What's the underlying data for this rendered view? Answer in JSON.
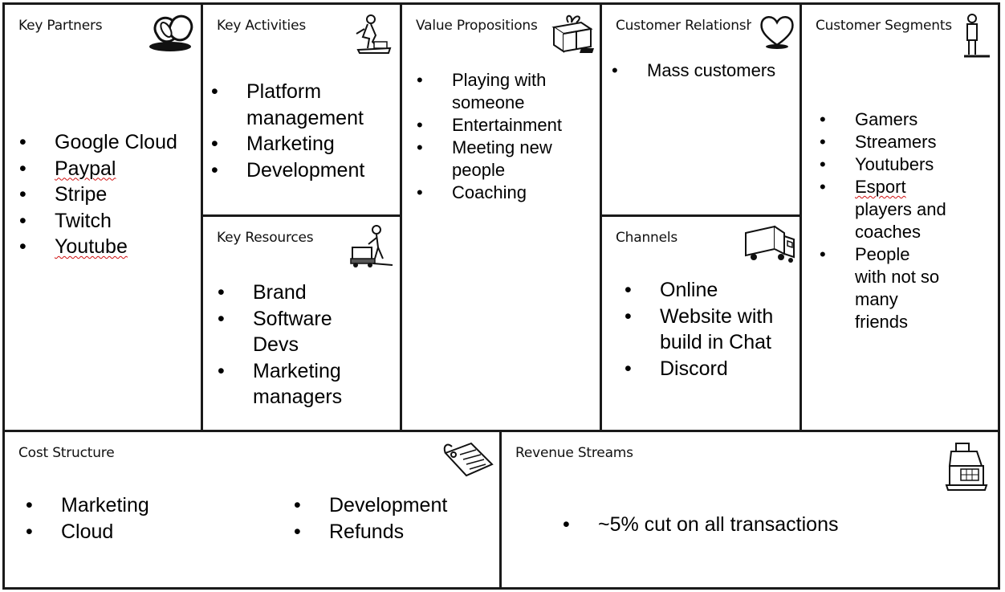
{
  "canvas": {
    "key_partners": {
      "title": "Key Partners",
      "icon": "chain-links-icon",
      "items": [
        "Google Cloud",
        "Paypal",
        "Stripe",
        "Twitch",
        "Youtube"
      ]
    },
    "key_activities": {
      "title": "Key Activities",
      "icon": "worker-icon",
      "items": [
        "Platform management",
        "Marketing",
        "Development"
      ]
    },
    "key_resources": {
      "title": "Key Resources",
      "icon": "worker-with-cart-icon",
      "items": [
        "Brand",
        "Software Devs",
        "Marketing managers"
      ]
    },
    "value_propositions": {
      "title": "Value Propositions",
      "icon": "gift-icon",
      "items": [
        "Playing with someone",
        "Entertainment",
        "Meeting new people",
        "Coaching"
      ]
    },
    "customer_relationships": {
      "title": "Customer Relationships",
      "icon": "heart-icon",
      "items": [
        "Mass customers"
      ]
    },
    "channels": {
      "title": "Channels",
      "icon": "truck-icon",
      "items": [
        "Online",
        "Website with build in Chat",
        "Discord"
      ]
    },
    "customer_segments": {
      "title": "Customer Segments",
      "icon": "person-icon",
      "items": [
        "Gamers",
        "Streamers",
        "Youtubers",
        "Esport players and coaches",
        "People with not so many friends"
      ]
    },
    "cost_structure": {
      "title": "Cost Structure",
      "icon": "price-tag-icon",
      "items_left": [
        "Marketing",
        "Cloud"
      ],
      "items_right": [
        "Development",
        "Refunds"
      ]
    },
    "revenue_streams": {
      "title": "Revenue Streams",
      "icon": "cash-register-icon",
      "items": [
        "~5% cut on all transactions"
      ]
    }
  }
}
